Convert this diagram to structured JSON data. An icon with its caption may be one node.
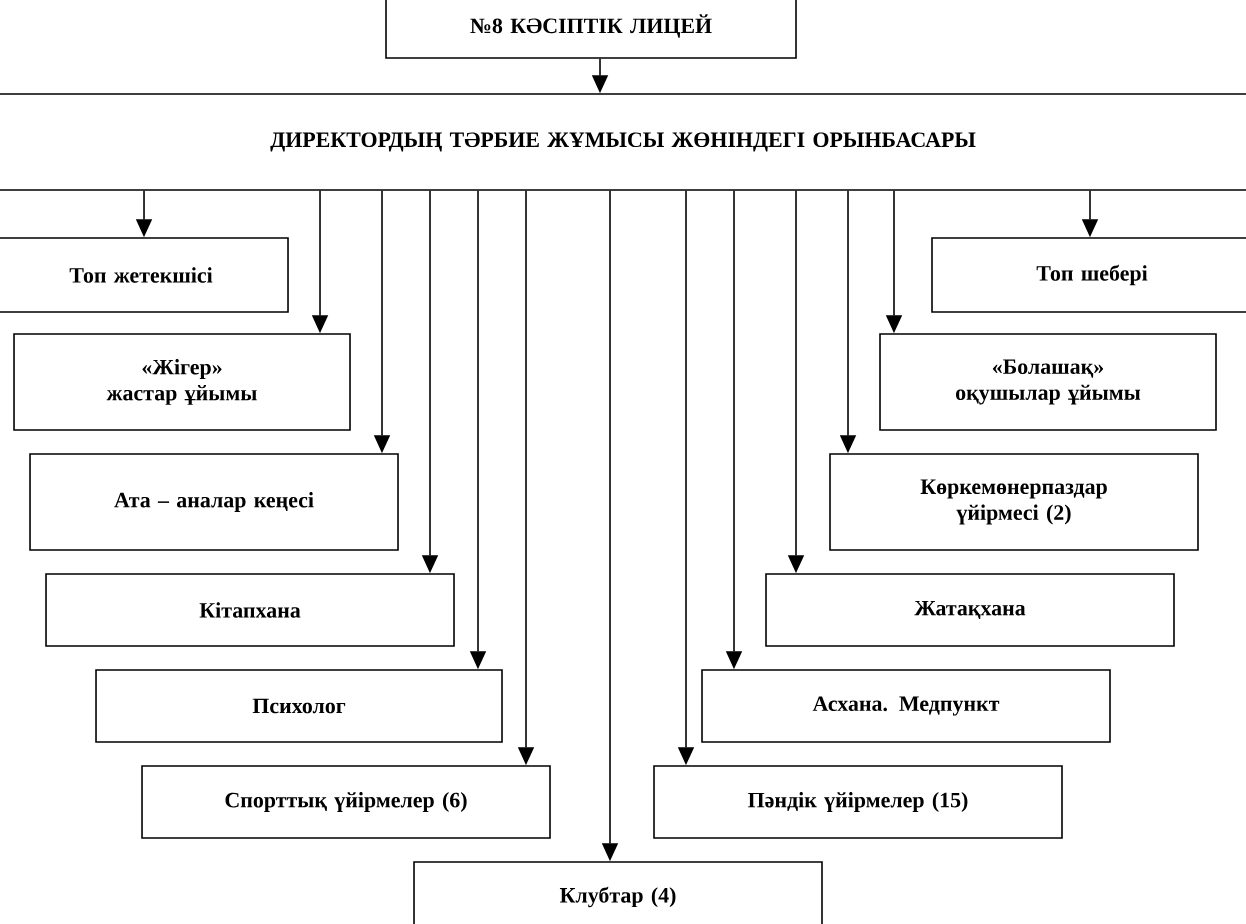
{
  "diagram": {
    "nodes": [
      {
        "text": [
          "№8 КӘСІПТІК ЛИЦЕЙ"
        ]
      },
      {
        "text": [
          "ДИРЕКТОРДЫҢ ТӘРБИЕ ЖҰМЫСЫ ЖӨНІНДЕГІ ОРЫНБАСАРЫ"
        ]
      },
      {
        "text": [
          "Топ жетекшісі"
        ]
      },
      {
        "text": [
          "Топ шебері"
        ]
      },
      {
        "text": [
          "«Жігер» жастар ұйымы"
        ]
      },
      {
        "text": [
          "«Болашақ» оқушылар ұйымы"
        ]
      },
      {
        "text": [
          "Ата – аналар кеңесі"
        ]
      },
      {
        "text": [
          "Көркемөнерпаздар үйірмесі (2)"
        ]
      },
      {
        "text": [
          "Кітапхана"
        ]
      },
      {
        "text": [
          "Жатақхана"
        ]
      },
      {
        "text": [
          "Психолог"
        ]
      },
      {
        "text": [
          "Асхана. Медпункт"
        ]
      },
      {
        "text": [
          "Спорттық үйірмелер (6)"
        ]
      },
      {
        "text": [
          "Пәндік үйірмелер (15)"
        ]
      },
      {
        "text": [
          "Клубтар (4)"
        ]
      }
    ],
    "edges": [
      {
        "from": 0,
        "to": 1,
        "arrow": "to"
      },
      {
        "from": 1,
        "to": 2,
        "arrow": "to"
      },
      {
        "from": 1,
        "to": 3,
        "arrow": "to"
      },
      {
        "from": 1,
        "to": 4,
        "arrow": "to"
      },
      {
        "from": 1,
        "to": 5,
        "arrow": "to"
      },
      {
        "from": 1,
        "to": 6,
        "arrow": "to"
      },
      {
        "from": 1,
        "to": 7,
        "arrow": "to"
      },
      {
        "from": 1,
        "to": 8,
        "arrow": "to"
      },
      {
        "from": 1,
        "to": 9,
        "arrow": "to"
      },
      {
        "from": 1,
        "to": 10,
        "arrow": "to"
      },
      {
        "from": 1,
        "to": 11,
        "arrow": "to"
      },
      {
        "from": 1,
        "to": 12,
        "arrow": "to"
      },
      {
        "from": 1,
        "to": 13,
        "arrow": "to"
      },
      {
        "from": 1,
        "to": 14,
        "arrow": "to"
      }
    ]
  }
}
